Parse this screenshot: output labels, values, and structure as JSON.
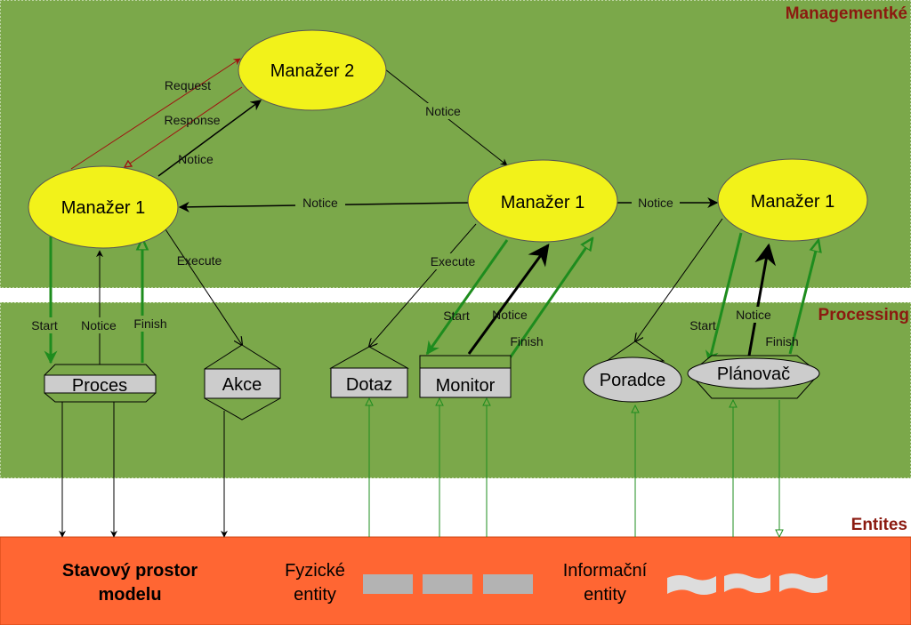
{
  "layers": {
    "management": {
      "initial": "M",
      "rest": "anagementké"
    },
    "processing": {
      "initial": "P",
      "rest": "rocessing"
    },
    "entities": {
      "initial": "E",
      "rest": "ntites"
    }
  },
  "nodes": {
    "manager2": "Manažer 2",
    "manager1_left": "Manažer 1",
    "manager1_mid": "Manažer 1",
    "manager1_right": "Manažer 1"
  },
  "processing": {
    "proces": "Proces",
    "akce": "Akce",
    "dotaz": "Dotaz",
    "monitor": "Monitor",
    "poradce": "Poradce",
    "planovac": "Plánovač"
  },
  "edges": {
    "request": "Request",
    "response": "Response",
    "notice_m1_m2": "Notice",
    "notice_m2_m1mid": "Notice",
    "notice_mid_left": "Notice",
    "notice_mid_right": "Notice",
    "execute_left": "Execute",
    "execute_mid": "Execute",
    "start_left": "Start",
    "notice_left": "Notice",
    "finish_left": "Finish",
    "start_mid": "Start",
    "notice_mid": "Notice",
    "finish_mid": "Finish",
    "start_right": "Start",
    "notice_right": "Notice",
    "finish_right": "Finish"
  },
  "entities": {
    "state_line1": "Stavový prostor",
    "state_line2": "modelu",
    "physical_line1": "Fyzické",
    "physical_line2": "entity",
    "info_line1": "Informační",
    "info_line2": "entity"
  },
  "colors": {
    "layer_bg": "#7ba84a",
    "node_fill": "#f2f21a",
    "entity_bg": "#ff6633",
    "layer_title": "#8b1a10",
    "green_arrow": "#1e8c1e"
  }
}
